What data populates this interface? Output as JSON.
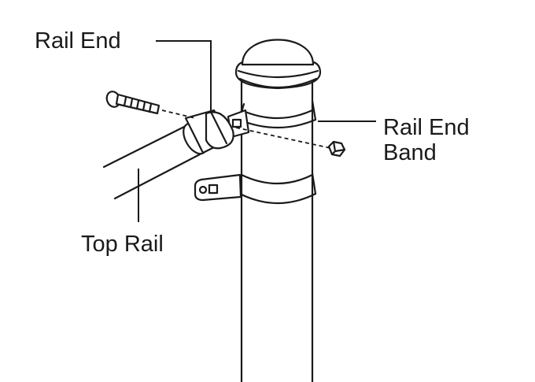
{
  "labels": {
    "rail_end": "Rail End",
    "rail_end_band": "Rail End\nBand",
    "rail_end_band_line1": "Rail End",
    "rail_end_band_line2": "Band",
    "top_rail": "Top Rail"
  },
  "colors": {
    "ink": "#1a1a1a",
    "background": "#ffffff"
  }
}
